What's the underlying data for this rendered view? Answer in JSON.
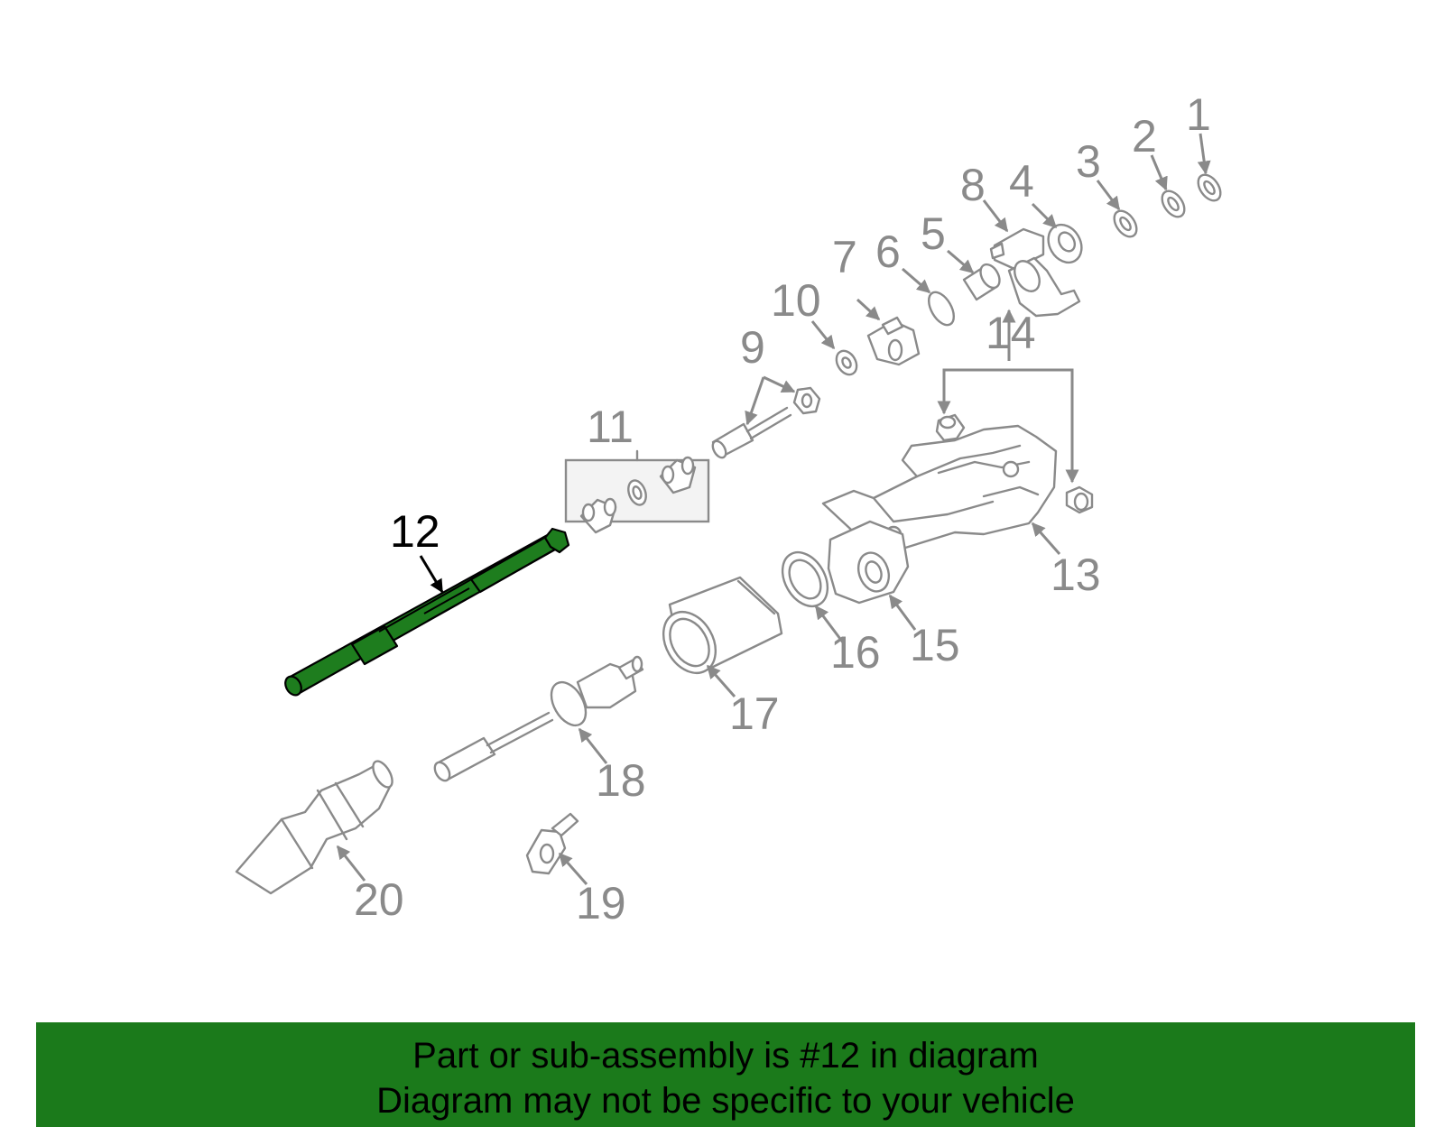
{
  "diagram": {
    "highlighted_part": "12",
    "highlight_color": "#1e7d1e",
    "line_color": "#8a8a8a",
    "callouts": [
      "1",
      "2",
      "3",
      "4",
      "5",
      "6",
      "7",
      "8",
      "9",
      "10",
      "11",
      "12",
      "13",
      "14",
      "15",
      "16",
      "17",
      "18",
      "19",
      "20"
    ]
  },
  "banner": {
    "background": "#1b7a1b",
    "line1": "Part or sub-assembly is #12 in diagram",
    "line2": "Diagram may not be specific to your vehicle"
  }
}
